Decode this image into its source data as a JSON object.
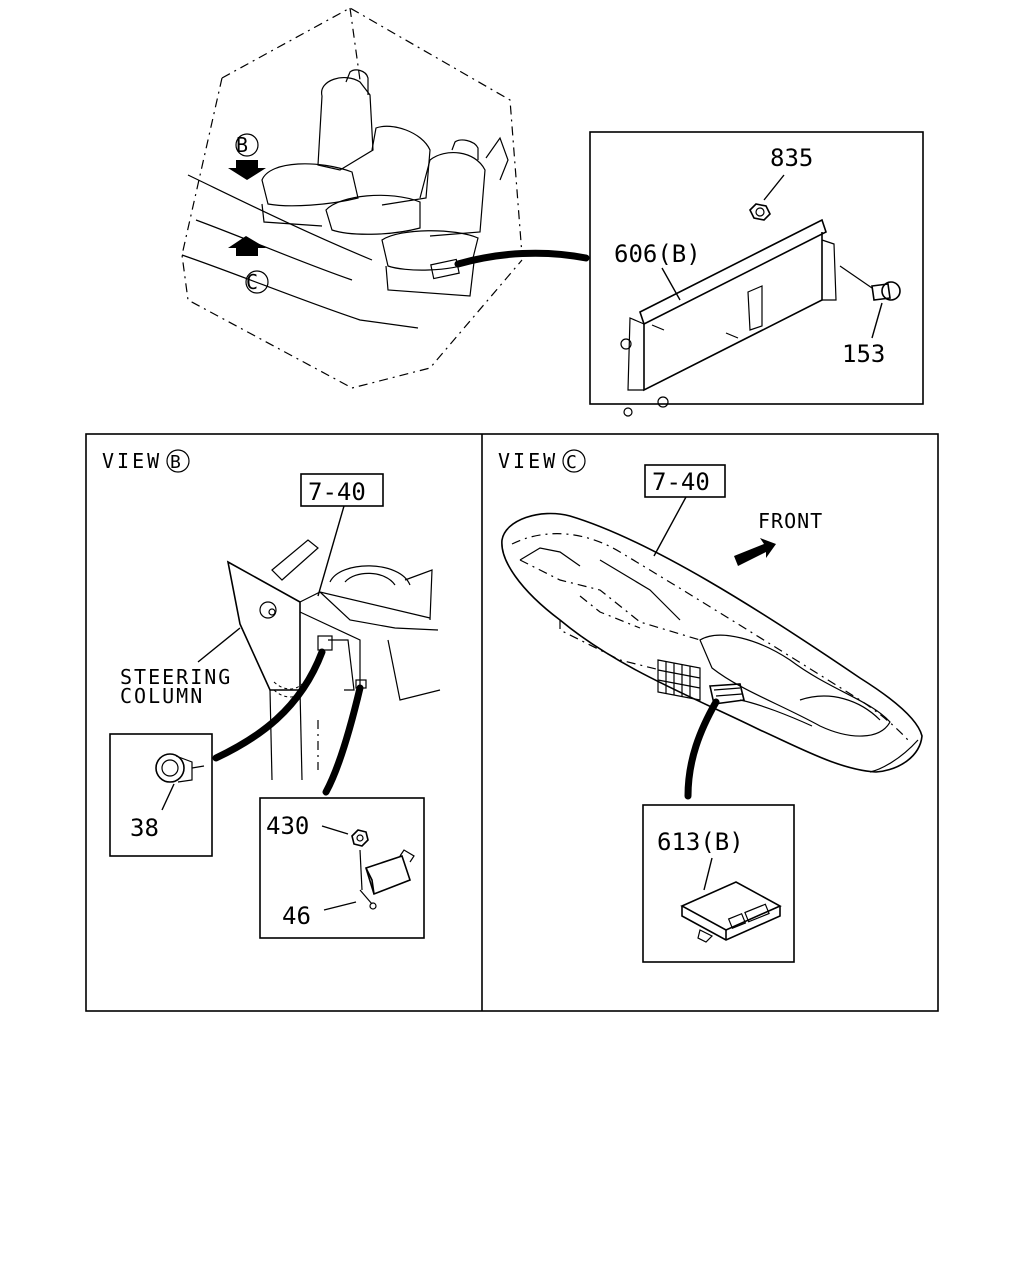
{
  "top_detail": {
    "callouts": {
      "nut": "835",
      "bracket": "606(B)",
      "bolt": "153"
    }
  },
  "overview": {
    "view_markers": {
      "b": "B",
      "c": "C"
    }
  },
  "view_b": {
    "prefix": "VIEW",
    "marker": "B",
    "reference": "7-40",
    "steering_label_line1": "STEERING",
    "steering_label_line2": "COLUMN",
    "callouts": {
      "switch": "38",
      "nut": "430",
      "relay": "46"
    }
  },
  "view_c": {
    "prefix": "VIEW",
    "marker": "C",
    "reference": "7-40",
    "direction_label": "FRONT",
    "callouts": {
      "unit": "613(B)"
    }
  }
}
